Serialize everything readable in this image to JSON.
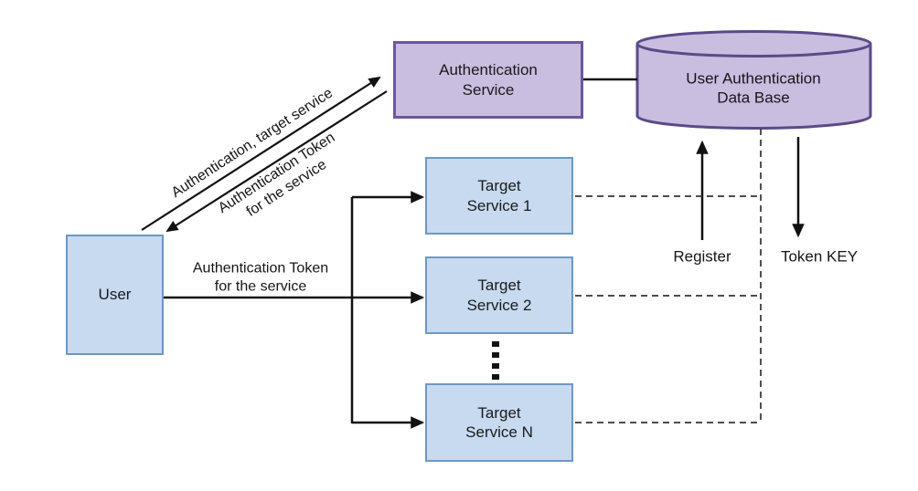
{
  "nodes": {
    "user": "User",
    "auth_service": "Authentication\nService",
    "database": "User Authentication\nData Base",
    "target_service_1": "Target\nService 1",
    "target_service_2": "Target\nService 2",
    "target_service_n": "Target\nService N"
  },
  "edge_labels": {
    "auth_request": "Authentication, target service",
    "auth_token_return": "Authentication Token\nfor the service",
    "auth_token_forward": "Authentication Token\nfor the service",
    "register": "Register",
    "token_key": "Token KEY"
  },
  "colors": {
    "line_color": "#111111",
    "dash_color": "#333333",
    "node_blue_fill": "#c7daf0",
    "node_blue_border": "#6d98c3",
    "node_purple_fill": "#c9bde0",
    "node_purple_border": "#6b579b",
    "cylinder_border": "#5c4a87"
  }
}
